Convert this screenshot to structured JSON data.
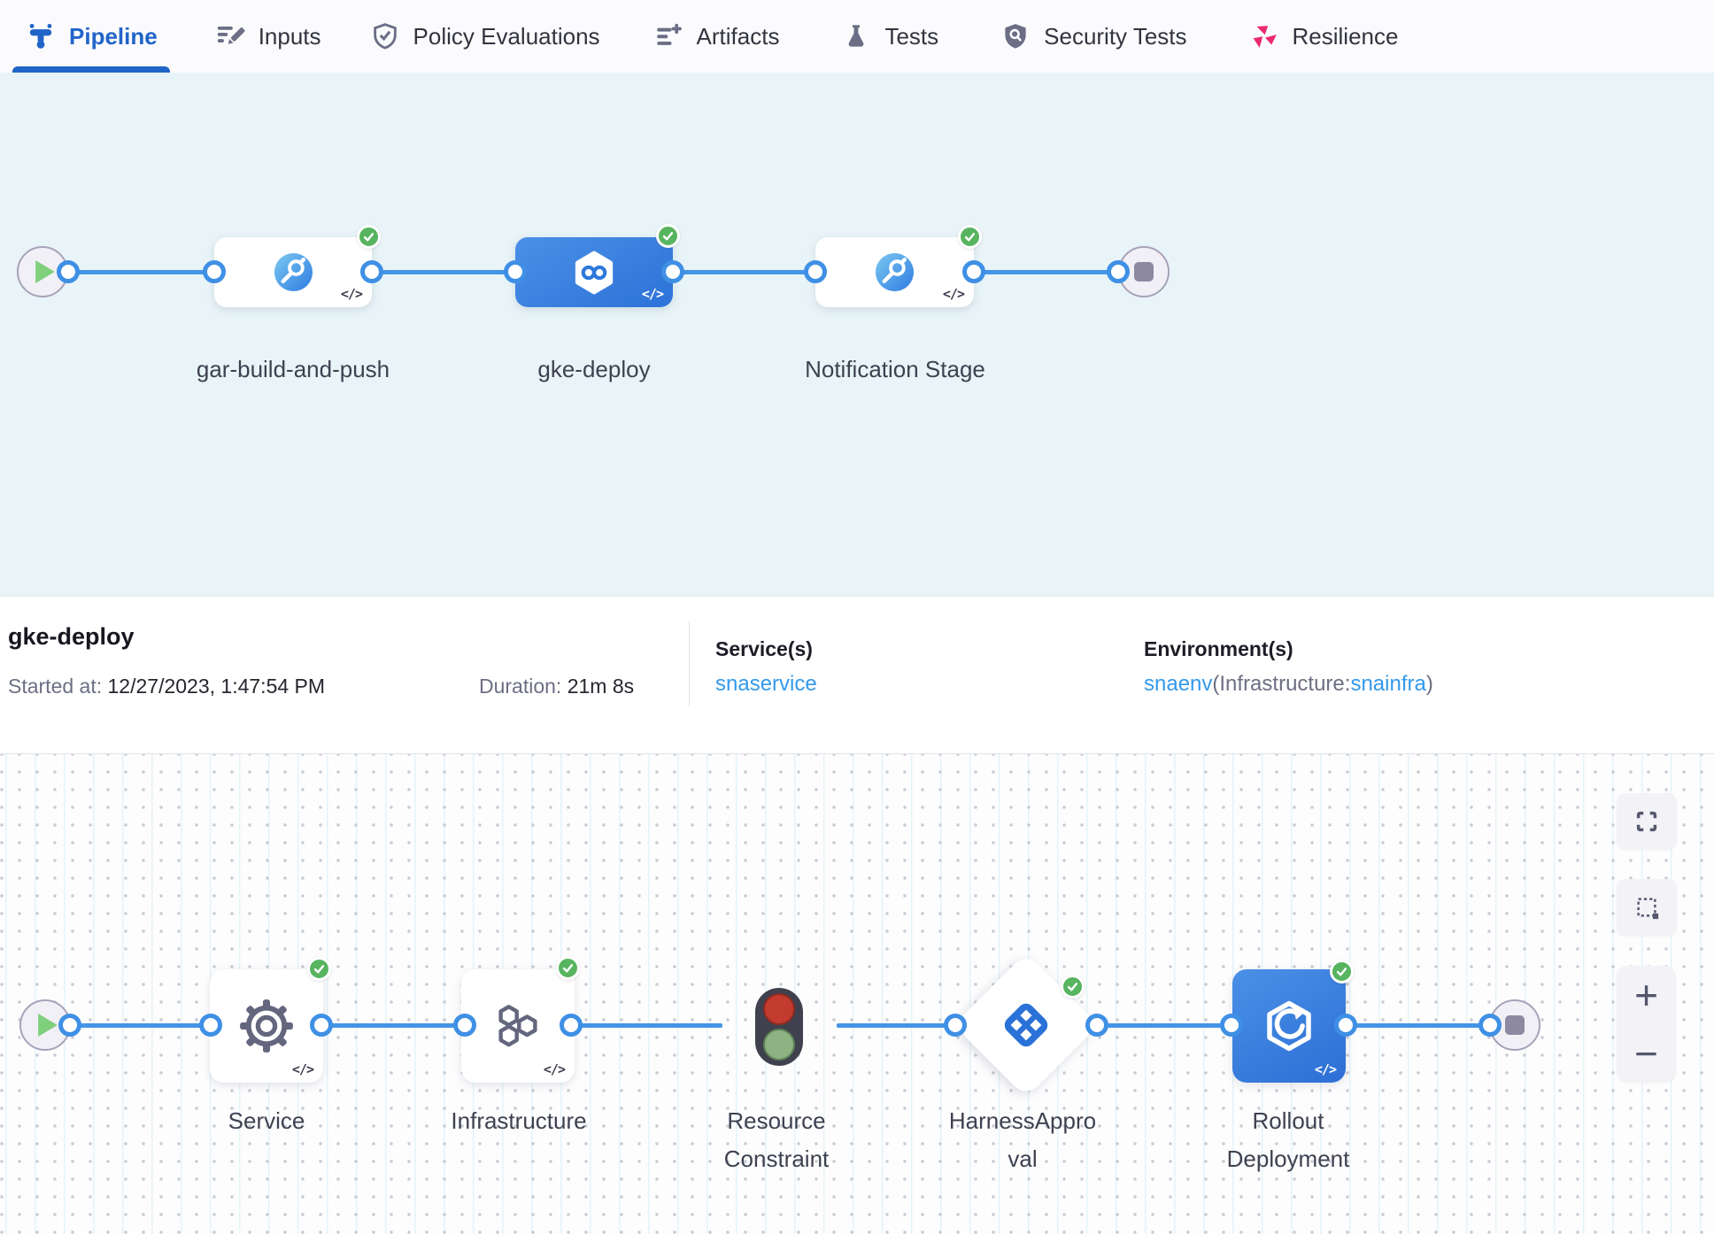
{
  "tab_bar": {
    "tabs": [
      {
        "label": "Pipeline",
        "active": true
      },
      {
        "label": "Inputs",
        "active": false
      },
      {
        "label": "Policy Evaluations",
        "active": false
      },
      {
        "label": "Artifacts",
        "active": false
      },
      {
        "label": "Tests",
        "active": false
      },
      {
        "label": "Security Tests",
        "active": false
      },
      {
        "label": "Resilience",
        "active": false
      }
    ]
  },
  "stage_pipeline": {
    "code_chip": "</>",
    "stages": [
      {
        "name": "gar-build-and-push",
        "type": "ci",
        "status": "success",
        "selected": false
      },
      {
        "name": "gke-deploy",
        "type": "cd",
        "status": "success",
        "selected": true
      },
      {
        "name": "Notification Stage",
        "type": "custom",
        "status": "success",
        "selected": false
      }
    ]
  },
  "details": {
    "stage_name": "gke-deploy",
    "started_label": "Started at:",
    "started_value": "12/27/2023, 1:47:54 PM",
    "duration_label": "Duration:",
    "duration_value": "21m 8s",
    "services_label": "Service(s)",
    "service_link": "snaservice",
    "environments_label": "Environment(s)",
    "env_link": "snaenv",
    "env_infra_prefix": "(Infrastructure:",
    "env_infra_link": "snainfra",
    "env_suffix": ")"
  },
  "execution": {
    "code_chip": "</>",
    "zoom_in": "+",
    "zoom_out": "−",
    "steps": [
      {
        "name": "Service",
        "status": "success"
      },
      {
        "name": "Infrastructure",
        "status": "success"
      },
      {
        "name": "Resource Constraint",
        "status": "success"
      },
      {
        "name": "HarnessApproval",
        "status": "success"
      },
      {
        "name": "Rollout Deployment",
        "status": "success"
      }
    ]
  },
  "colors": {
    "accent_blue": "#2164c8",
    "connector_blue": "#4495e5",
    "link_blue": "#3399ec",
    "success_green": "#57b45f",
    "selected_stage_blue": "#2d72d8",
    "resilience_pink": "#ea2a6d",
    "canvas_cyan": "#e8f4f8"
  }
}
